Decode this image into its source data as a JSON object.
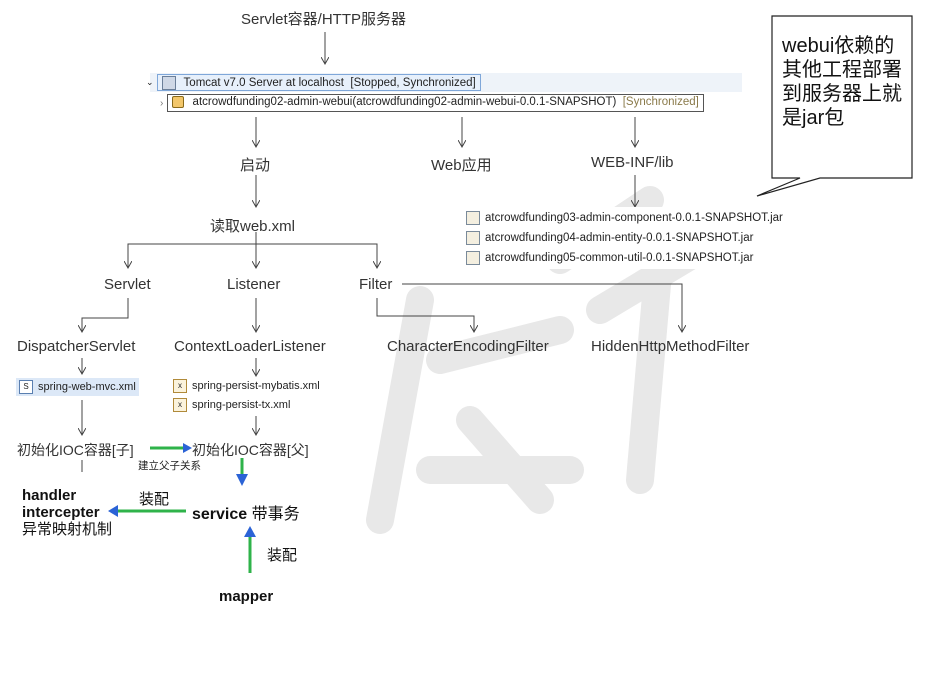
{
  "title": "Servlet容器/HTTP服务器",
  "server": {
    "label": "Tomcat v7.0 Server at localhost",
    "status": "[Stopped, Synchronized]",
    "app": "atcrowdfunding02-admin-webui(atcrowdfunding02-admin-webui-0.0.1-SNAPSHOT)",
    "app_status": "[Synchronized]"
  },
  "branches": {
    "startup": "启动",
    "webapp": "Web应用",
    "weblib": "WEB-INF/lib"
  },
  "read_webxml": "读取web.xml",
  "components": {
    "servlet": "Servlet",
    "listener": "Listener",
    "filter": "Filter"
  },
  "classes": {
    "dispatcher": "DispatcherServlet",
    "context_listener": "ContextLoaderListener",
    "char_filter": "CharacterEncodingFilter",
    "hidden_filter": "HiddenHttpMethodFilter"
  },
  "config_files": {
    "mvc": "spring-web-mvc.xml",
    "mybatis": "spring-persist-mybatis.xml",
    "tx": "spring-persist-tx.xml"
  },
  "ioc": {
    "child": "初始化IOC容器[子]",
    "parent": "初始化IOC容器[父]",
    "relation": "建立父子关系"
  },
  "handler_block": [
    "handler",
    "intercepter",
    "异常映射机制"
  ],
  "assemble_left": "装配",
  "service": "service",
  "service_suffix": "带事务",
  "assemble_bottom": "装配",
  "mapper": "mapper",
  "jars": [
    "atcrowdfunding03-admin-component-0.0.1-SNAPSHOT.jar",
    "atcrowdfunding04-admin-entity-0.0.1-SNAPSHOT.jar",
    "atcrowdfunding05-common-util-0.0.1-SNAPSHOT.jar"
  ],
  "callout": "webui依赖的其他工程部署到服务器上就是jar包",
  "colors": {
    "green_arrow": "#2fb34a",
    "blue_arrow": "#2b63d6",
    "line": "#444444"
  }
}
